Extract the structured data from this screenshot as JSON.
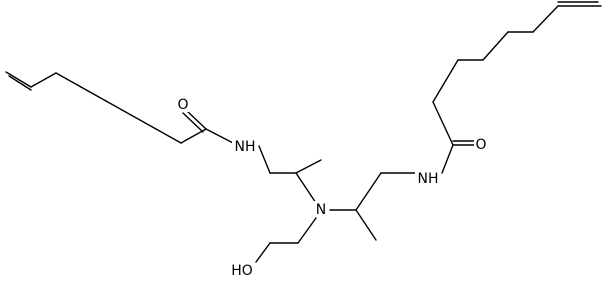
{
  "atoms": {
    "o_left": "O",
    "nh_left": "NH",
    "n_center": "N",
    "nh_right": "NH",
    "o_right": "O",
    "oh": "HO"
  },
  "colors": {
    "bond": "#000000",
    "background": "#ffffff"
  }
}
